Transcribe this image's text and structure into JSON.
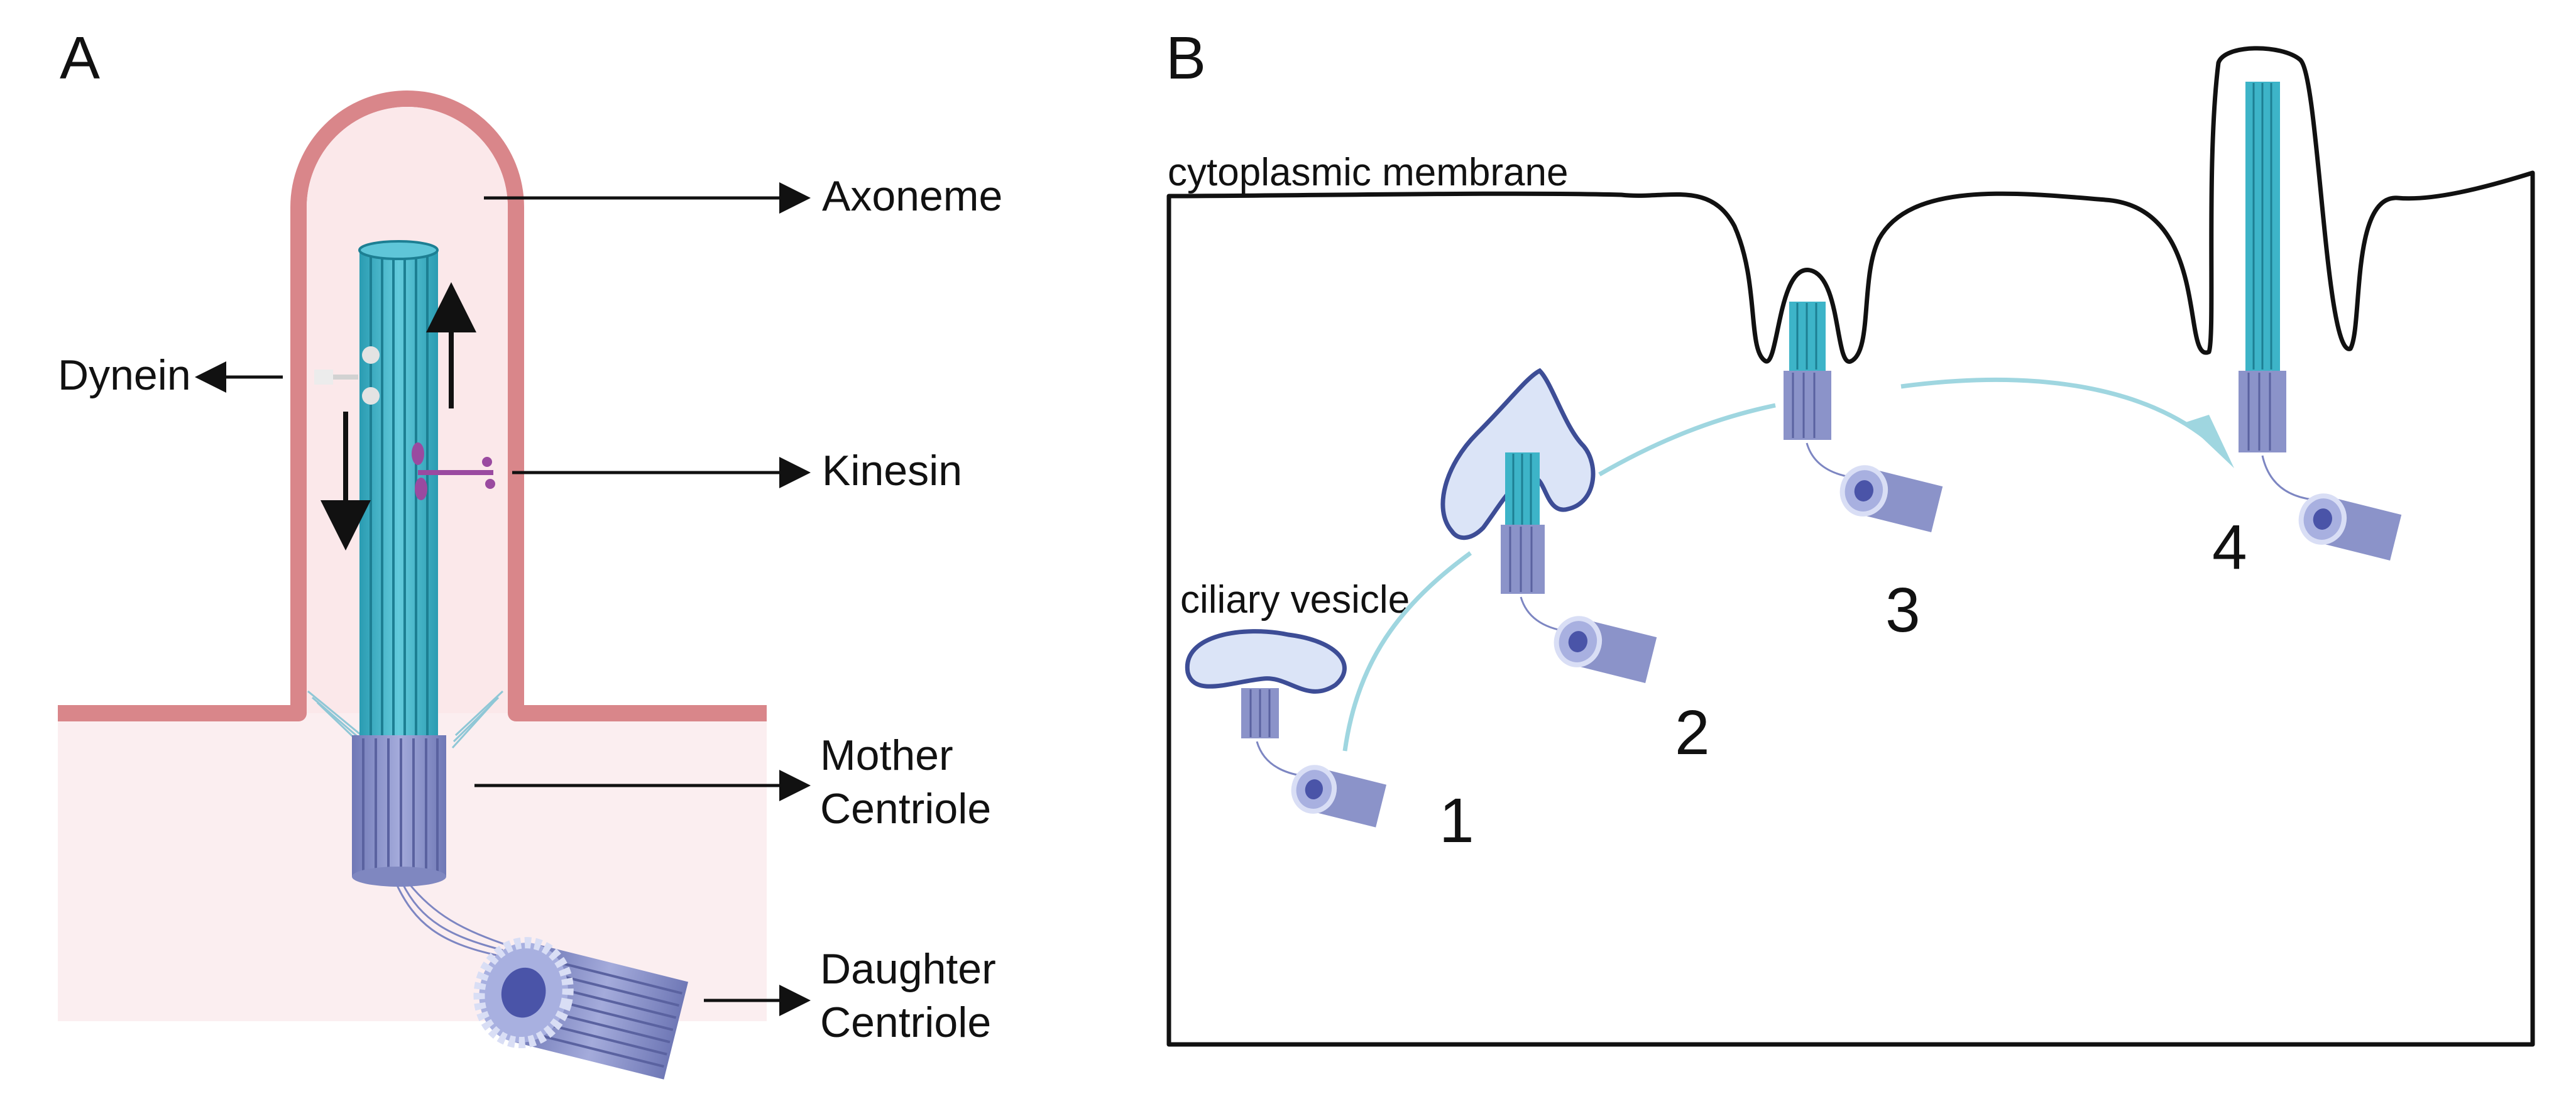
{
  "panel_a": {
    "letter": "A",
    "labels": {
      "axoneme": "Axoneme",
      "dynein": "Dynein",
      "kinesin": "Kinesin",
      "mother_line1": "Mother",
      "mother_line2": "Centriole",
      "daughter_line1": "Daughter",
      "daughter_line2": "Centriole"
    }
  },
  "panel_b": {
    "letter": "B",
    "membrane_label": "cytoplasmic membrane",
    "vesicle_label": "ciliary vesicle",
    "steps": [
      "1",
      "2",
      "3",
      "4"
    ]
  },
  "colors": {
    "membrane": "#d9868a",
    "cytoplasm": "#fbeef0",
    "cilium_fill": "#fbe8ea",
    "axoneme": "#3db4c8",
    "centriole": "#8b93c9",
    "kinesin": "#9a4aa0",
    "vesicle": "#dbe4f7",
    "arrow_path": "#9fd6e0"
  }
}
